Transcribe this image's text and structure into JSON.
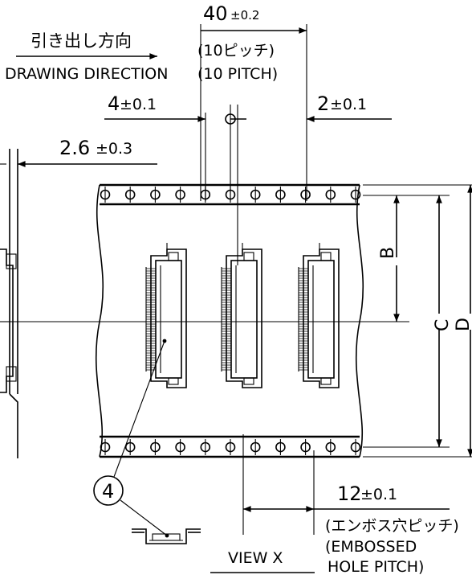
{
  "direction": {
    "jp": "引き出し方向",
    "en": "DRAWING DIRECTION"
  },
  "dims": {
    "pitch40": {
      "value": "40",
      "tol": "±0.2",
      "jp": "(10ピッチ)",
      "en": "(10 PITCH)"
    },
    "d4": {
      "value": "4",
      "tol": "±0.1"
    },
    "d2": {
      "value": "2",
      "tol": "±0.1"
    },
    "d26": {
      "value": "2.6",
      "tol": "±0.3"
    },
    "d12": {
      "value": "12",
      "tol": "±0.1",
      "jp": "(エンボス穴ピッチ)",
      "en1": "(EMBOSSED",
      "en2": "HOLE PITCH)"
    }
  },
  "labels": {
    "b": "B",
    "c": "C",
    "d": "D"
  },
  "callout": "4",
  "view": "VIEW X"
}
